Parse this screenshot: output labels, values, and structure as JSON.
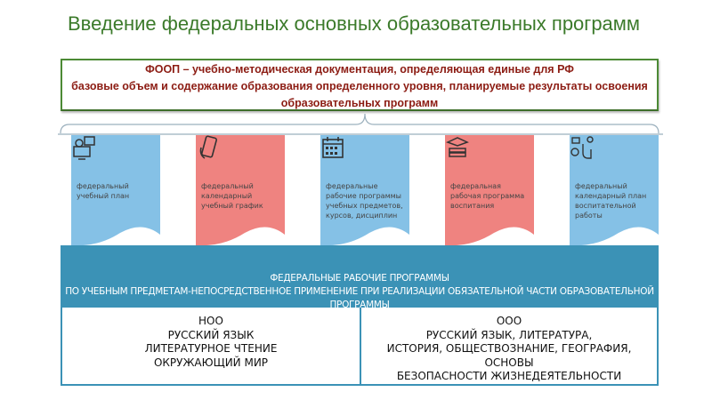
{
  "title": "Введение федеральных основных образовательных программ",
  "definition": {
    "line1": "ФООП – учебно-методическая документация, определяющая единые для РФ",
    "line2": "базовые объем и содержание образования определенного уровня, планируемые результаты освоения",
    "line3": "образовательных программ"
  },
  "components": [
    {
      "label": "федеральный учебный план",
      "icon": "teacher-computer-icon",
      "color": "#85c1e6"
    },
    {
      "label": "федеральный календарный учебный график",
      "icon": "smartphone-hand-icon",
      "color": "#ef8380"
    },
    {
      "label": "федеральные рабочие программы учебных предметов, курсов, дисциплин",
      "icon": "calendar-icon",
      "color": "#85c1e6"
    },
    {
      "label": "федеральная рабочая программа воспитания",
      "icon": "graduation-books-icon",
      "color": "#ef8380"
    },
    {
      "label": "федеральный календарный план воспитательной работы",
      "icon": "touch-network-icon",
      "color": "#85c1e6"
    }
  ],
  "band": {
    "line1": "ФЕДЕРАЛЬНЫЕ РАБОЧИЕ ПРОГРАММЫ",
    "line2": "ПО УЧЕБНЫМ ПРЕДМЕТАМ-НЕПОСРЕДСТВЕННОЕ ПРИМЕНЕНИЕ ПРИ РЕАЛИЗАЦИИ ОБЯЗАТЕЛЬНОЙ ЧАСТИ ОБРАЗОВАТЕЛЬНОЙ ПРОГРАММЫ"
  },
  "noo": {
    "lines": [
      "НОО",
      "РУССКИЙ ЯЗЫК",
      "ЛИТЕРАТУРНОЕ ЧТЕНИЕ",
      "ОКРУЖАЮЩИЙ МИР"
    ]
  },
  "ooo": {
    "lines": [
      "ООО",
      "РУССКИЙ ЯЗЫК, ЛИТЕРАТУРА,",
      "ИСТОРИЯ, ОБЩЕСТВОЗНАНИЕ, ГЕОГРАФИЯ, ОСНОВЫ",
      "БЕЗОПАСНОСТИ ЖИЗНЕДЕЯТЕЛЬНОСТИ"
    ]
  }
}
